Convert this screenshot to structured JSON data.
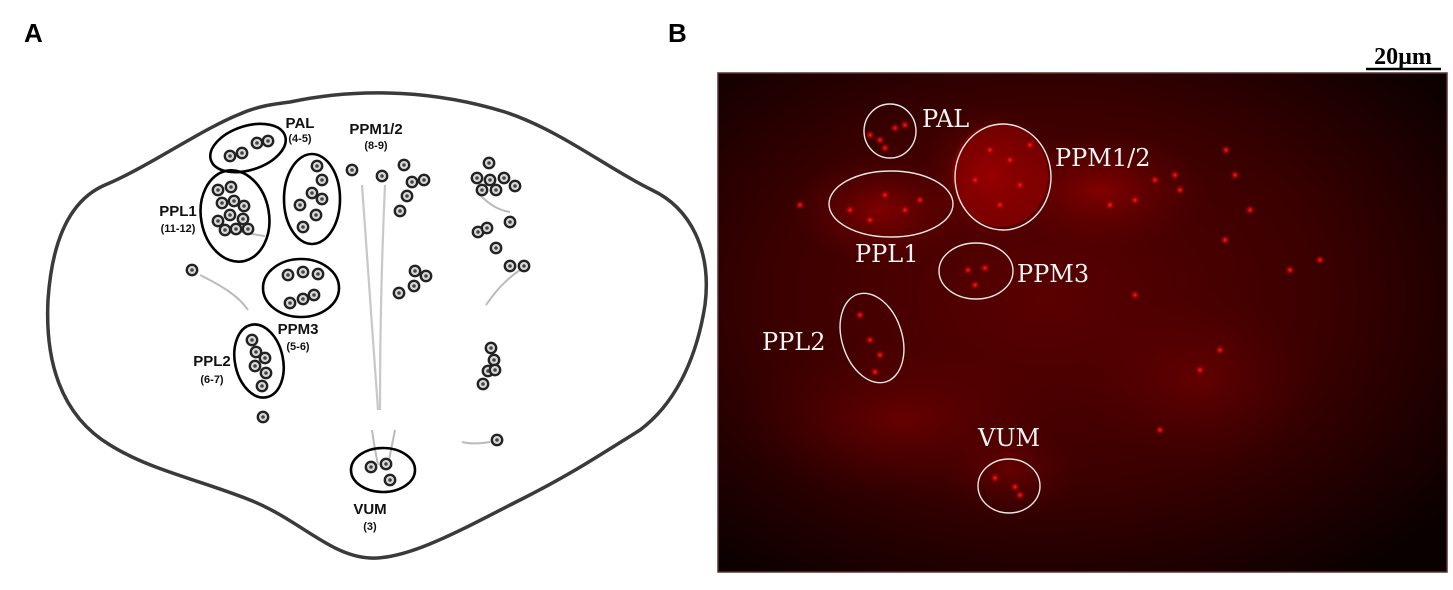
{
  "panels": {
    "a": {
      "letter": "A"
    },
    "b": {
      "letter": "B"
    }
  },
  "diagram_clusters": {
    "pal": {
      "name": "PAL",
      "count": "(4-5)"
    },
    "ppm12": {
      "name": "PPM1/2",
      "count": "(8-9)"
    },
    "ppl1": {
      "name": "PPL1",
      "count": "(11-12)"
    },
    "ppm3": {
      "name": "PPM3",
      "count": "(5-6)"
    },
    "ppl2": {
      "name": "PPL2",
      "count": "(6-7)"
    },
    "vum": {
      "name": "VUM",
      "count": "(3)"
    }
  },
  "micrograph_labels": {
    "pal": "PAL",
    "ppm12": "PPM1/2",
    "ppl1": "PPL1",
    "ppm3": "PPM3",
    "ppl2": "PPL2",
    "vum": "VUM"
  },
  "scale_bar": {
    "label": "20µm"
  },
  "colors": {
    "outline": "#333333",
    "fluorescence": "#ff1a1a",
    "micrograph_bg": "#1a0000",
    "annotation_ring": "#e8e8e8"
  }
}
